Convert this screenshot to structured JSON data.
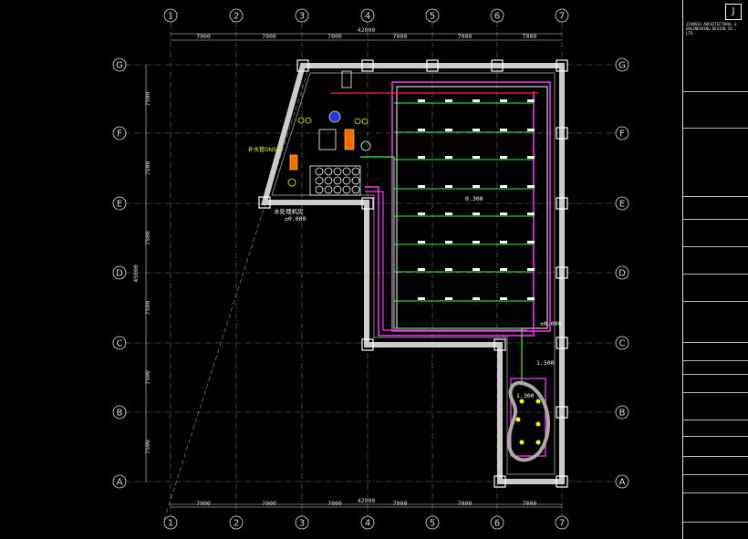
{
  "grid": {
    "columns": [
      "1",
      "2",
      "3",
      "4",
      "5",
      "6",
      "7"
    ],
    "rows": [
      "G",
      "F",
      "E",
      "D",
      "C",
      "B",
      "A"
    ],
    "column_spacings": [
      "7000",
      "7000",
      "7000",
      "7000",
      "7000",
      "7000"
    ],
    "row_spacings": [
      "7500",
      "7500",
      "7500",
      "7500",
      "7500",
      "7500"
    ],
    "total_width": "42000",
    "total_height": "45000"
  },
  "annotations": {
    "pool_level": "0.300",
    "ground_level": "±0.000",
    "small_pool_level": "1.300",
    "side_level": "1.500",
    "room_level": "±0.000",
    "room_label": "水处理机房",
    "pipe_label": "补水管DN50"
  },
  "title_block": {
    "company": "JIANGSU ARCHITECTURAL & ENGINEERING DESIGN CO., LTD.",
    "logo": "J"
  },
  "colors": {
    "wall": "#cccccc",
    "red_pipe": "#ff2020",
    "green_pipe": "#33ff33",
    "magenta_pipe": "#ff33ff",
    "yellow": "#ffff00"
  }
}
